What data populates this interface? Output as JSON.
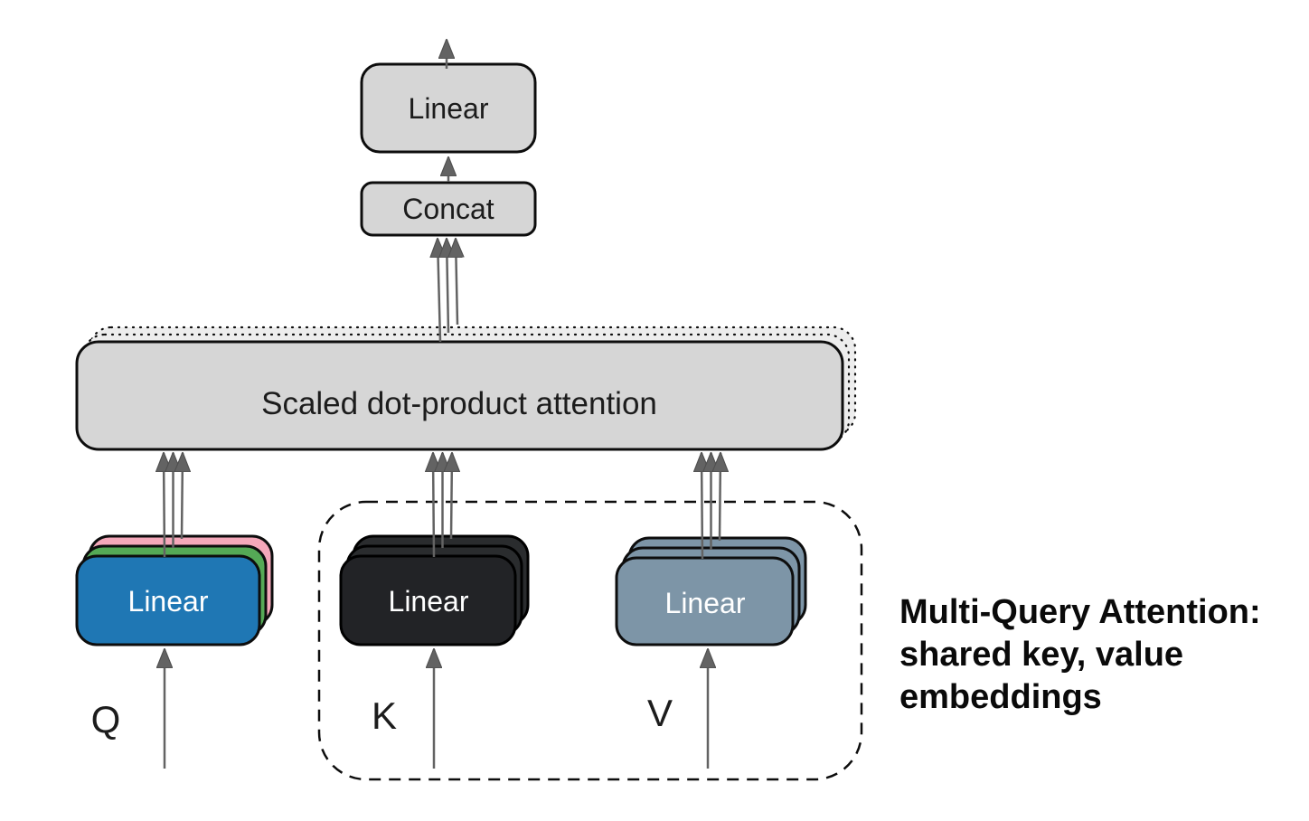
{
  "diagram": {
    "title_hidden": "",
    "boxes": {
      "output_linear": "Linear",
      "concat": "Concat",
      "attention": "Scaled dot-product attention",
      "q_linear": "Linear",
      "k_linear": "Linear",
      "v_linear": "Linear"
    },
    "inputs": {
      "q": "Q",
      "k": "K",
      "v": "V"
    },
    "annotation": {
      "line1": "Multi-Query Attention:",
      "line2": "shared key, value",
      "line3": "embeddings"
    }
  },
  "colors": {
    "box_gray": "#d6d6d6",
    "ghost_gray": "#ededed",
    "blue": "#1f77b4",
    "green": "#55a956",
    "pink": "#f5a8ba",
    "black_box": "#222326",
    "black_box_back": "#2a2c2e",
    "slate": "#7d95a7",
    "arrow": "#636363",
    "stroke": "#0d0d0d",
    "text_dark": "#1c1c1c",
    "text_light": "#ffffff",
    "annotation_text": "#0a0a0a"
  }
}
